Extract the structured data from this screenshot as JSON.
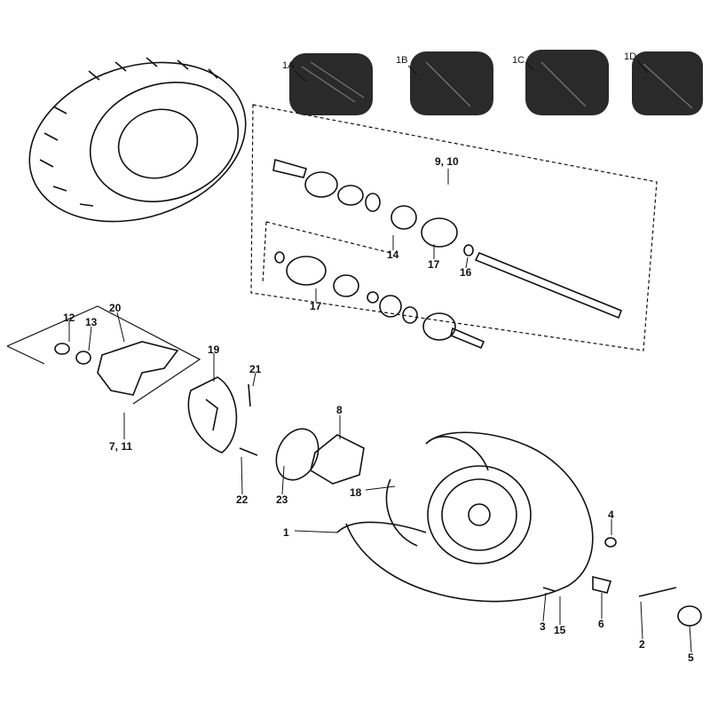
{
  "title": "Wheel, tire and drive shaft exploded parts diagram",
  "tire_options": [
    "1A",
    "1B",
    "1C",
    "1D"
  ],
  "callouts": {
    "c1": "1",
    "c2": "2",
    "c3": "3",
    "c4": "4",
    "c5": "5",
    "c6": "6",
    "c7_11": "7, 11",
    "c8": "8",
    "c9_10": "9, 10",
    "c12": "12",
    "c13": "13",
    "c14": "14",
    "c15": "15",
    "c16": "16",
    "c17a": "17",
    "c17b": "17",
    "c18": "18",
    "c19": "19",
    "c20": "20",
    "c21": "21",
    "c22": "22",
    "c23": "23"
  },
  "colors": {
    "line": "#111111",
    "tread": "#2a2a2a"
  }
}
